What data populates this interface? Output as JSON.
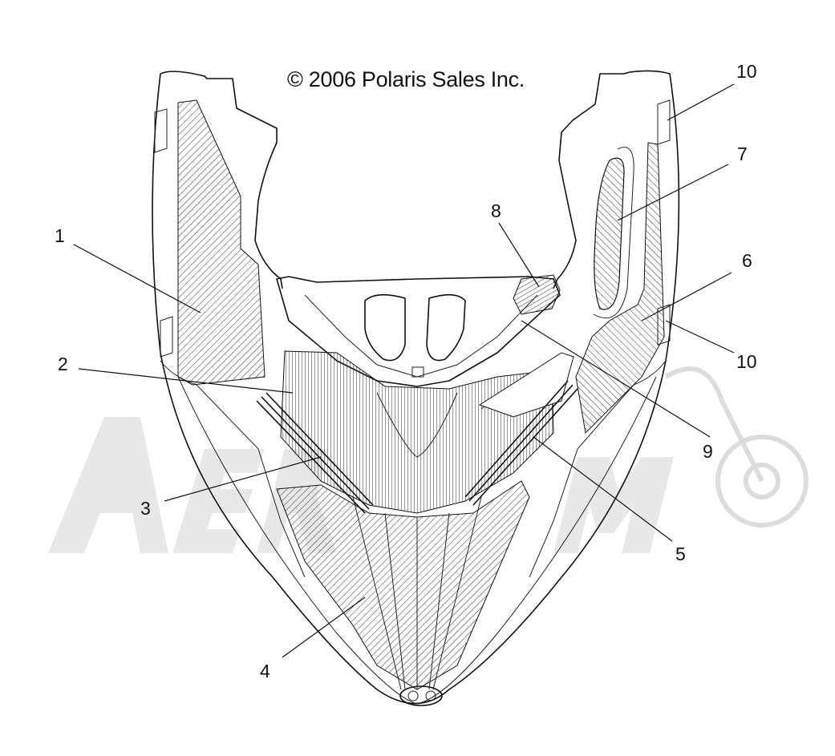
{
  "copyright": "© 2006 Polaris Sales Inc.",
  "callouts": [
    {
      "id": "1",
      "label": "1"
    },
    {
      "id": "2",
      "label": "2"
    },
    {
      "id": "3",
      "label": "3"
    },
    {
      "id": "4",
      "label": "4"
    },
    {
      "id": "5",
      "label": "5"
    },
    {
      "id": "6",
      "label": "6"
    },
    {
      "id": "7",
      "label": "7"
    },
    {
      "id": "8",
      "label": "8"
    },
    {
      "id": "9",
      "label": "9"
    },
    {
      "id": "10a",
      "label": "10"
    },
    {
      "id": "10b",
      "label": "10"
    }
  ],
  "watermark": {
    "kind": "logo"
  }
}
